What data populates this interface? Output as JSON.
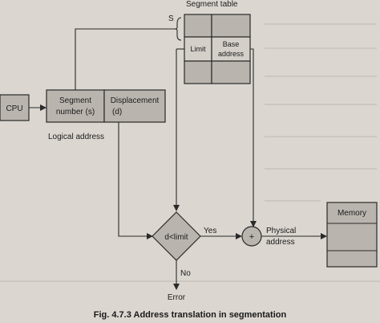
{
  "diagram": {
    "segment_table_title": "Segment table",
    "segment_table_marker": "S",
    "cpu_label": "CPU",
    "segment_number_line1": "Segment",
    "segment_number_line2": "number (s)",
    "displacement_line1": "Displacement",
    "displacement_line2": "(d)",
    "logical_address_label": "Logical address",
    "limit_label": "Limit",
    "base_line1": "Base",
    "base_line2": "address",
    "compare_label": "d<limit",
    "yes_label": "Yes",
    "no_label": "No",
    "error_label": "Error",
    "adder_symbol": "+",
    "physical_line1": "Physical",
    "physical_line2": "address",
    "memory_label": "Memory"
  },
  "caption": "Fig. 4.7.3 Address translation in segmentation",
  "colors": {
    "background": "#dbd6d0",
    "box_fill": "#b9b4ae",
    "line": "#2a2a2a"
  }
}
